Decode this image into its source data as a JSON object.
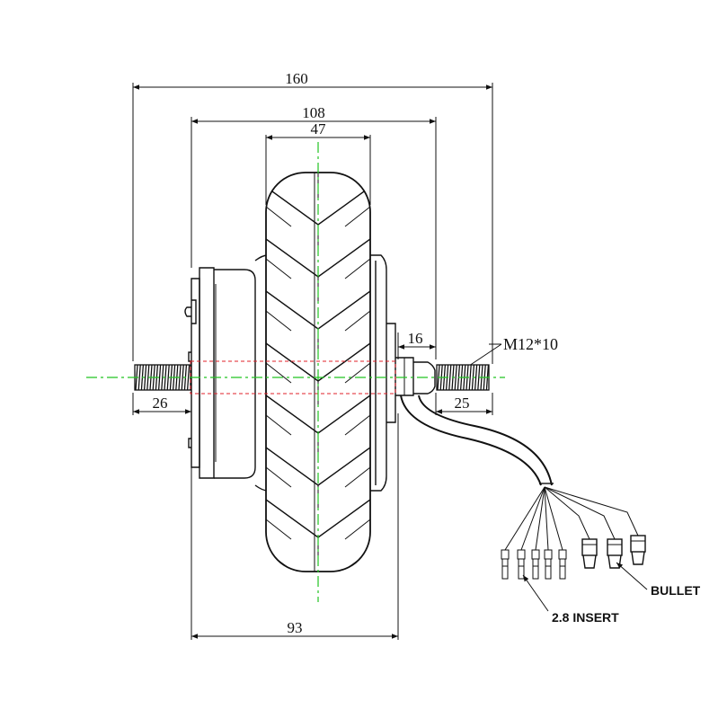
{
  "dimensions": {
    "overall": "160",
    "rim_width": "108",
    "tire_width": "47",
    "flange": "16",
    "thread_label": "M12*10",
    "left_shaft": "26",
    "right_shaft": "25",
    "bottom_width": "93"
  },
  "connectors": {
    "insert_label": "2.8 INSERT",
    "bullet_label": "BULLET"
  },
  "colors": {
    "centerline_vertical": "#22c322",
    "centerline_red": "#e0202a",
    "line": "#111111"
  }
}
